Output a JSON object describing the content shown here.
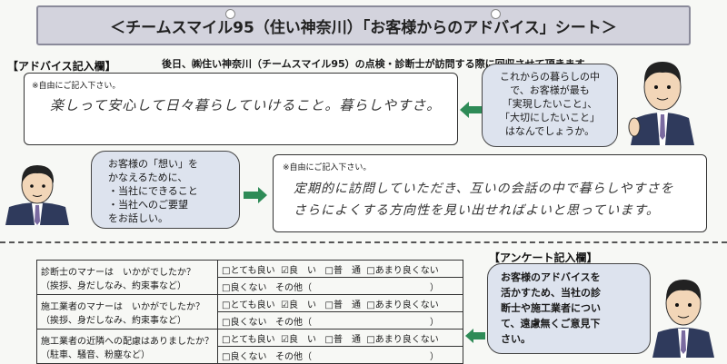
{
  "header": {
    "title": "＜チームスマイル95（住い神奈川）「お客様からのアドバイス」シート＞"
  },
  "advice_section": {
    "label": "【アドバイス記入欄】"
  },
  "notice": "後日、㈱住い神奈川（チームスマイル95）の点検・診断士が訪問する際に回収させて頂きます。",
  "box1": {
    "note": "※自由にご記入下さい。",
    "handwriting": "楽しって安心して日々暮らしていけること。暮らしやすさ。"
  },
  "bubble_right": {
    "lines": [
      "これからの暮らしの中",
      "で、お客様が最も",
      "「実現したいこと」、",
      "「大切にしたいこと」",
      "はなんでしょうか。"
    ]
  },
  "bubble_left": {
    "lines": [
      "お客様の「想い」を",
      "かなえるために、",
      "・当社にできること",
      "・当社へのご要望",
      "をお話しい。"
    ]
  },
  "box2": {
    "note": "※自由にご記入下さい。",
    "handwriting_line1": "定期的に訪問していただき、互いの会話の中で暮らしやすさを",
    "handwriting_line2": "さらによくする方向性を見い出せればよいと思っています。"
  },
  "survey_section": {
    "label": "【アンケート記入欄】"
  },
  "survey": {
    "rows": [
      {
        "q1": "診断士のマナーは　いかがでしたか？",
        "q2": "（挨拶、身だしなみ、約束事など）"
      },
      {
        "q1": "施工業者のマナーは　いかがでしたか？",
        "q2": "（挨拶、身だしなみ、約束事など）"
      },
      {
        "q1": "施工業者の近隣への配慮はありましたか？",
        "q2": "（駐車、騒音、粉塵など）"
      }
    ],
    "options": {
      "very_good": "□とても良い",
      "good_checked": "☑良　い",
      "normal": "□普　通",
      "not_good": "□あまり良くない",
      "bad": "□良くない",
      "other": "その他（　　　　　　　　　　　　　）"
    }
  },
  "bubble_bottom": {
    "lines": [
      "お客様のアドバイスを",
      "活かすため、当社の診",
      "断士や施工業者につい",
      "て、遠慮無くご意見下",
      "さい。"
    ]
  },
  "colors": {
    "accent_green": "#2e8b57",
    "bubble_fill": "#dde3ee",
    "header_fill": "#d3d3dd"
  },
  "icons": [
    "businessman-avatar-icon",
    "green-arrow-icon"
  ]
}
